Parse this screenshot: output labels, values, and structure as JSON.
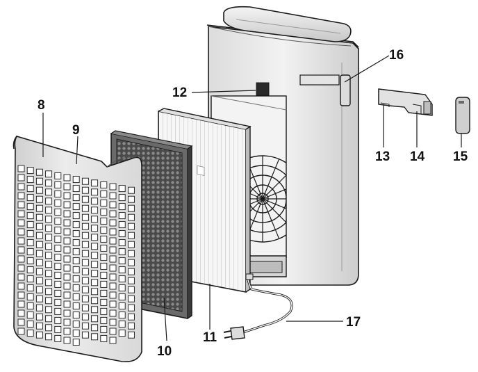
{
  "callouts": {
    "c8": "8",
    "c9": "9",
    "c10": "10",
    "c11": "11",
    "c12": "12",
    "c13": "13",
    "c14": "14",
    "c15": "15",
    "c16": "16",
    "c17": "17"
  },
  "colors": {
    "line": "#1a1a1a",
    "panel_light": "#e6e6e6",
    "panel_mid": "#cfcfcf",
    "carbon_dark": "#3a3a3a",
    "frame_dark": "#5a5a5a"
  },
  "icons": [
    "fan-grille-icon",
    "power-plug-icon"
  ]
}
